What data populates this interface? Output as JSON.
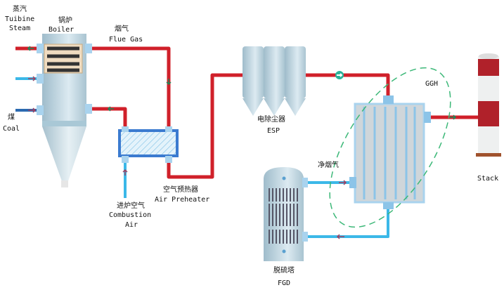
{
  "labels": {
    "steam_cn": "蒸汽",
    "steam_en1": "Tuibine",
    "steam_en2": "Steam",
    "boiler_cn": "锅炉",
    "boiler_en": "Boiler",
    "flue_cn": "烟气",
    "flue_en": "Flue Gas",
    "coal_cn": "煤",
    "coal_en": "Coal",
    "aph_cn": "空气预热器",
    "aph_en": "Air Preheater",
    "air_cn": "进炉空气",
    "air_en1": "Combustion",
    "air_en2": "Air",
    "esp_cn": "电除尘器",
    "esp_en": "ESP",
    "ggh": "GGH",
    "clean_cn": "净烟气",
    "stack": "Stack",
    "fgd_cn": "脱硫塔",
    "fgd_en": "FGD"
  },
  "colors": {
    "hot_flue": "#d0202a",
    "cool_flow": "#3bb8e8",
    "coal": "#2a6ab0",
    "ggh_boundary": "#3cb878",
    "equipment": "#b9d3df"
  }
}
